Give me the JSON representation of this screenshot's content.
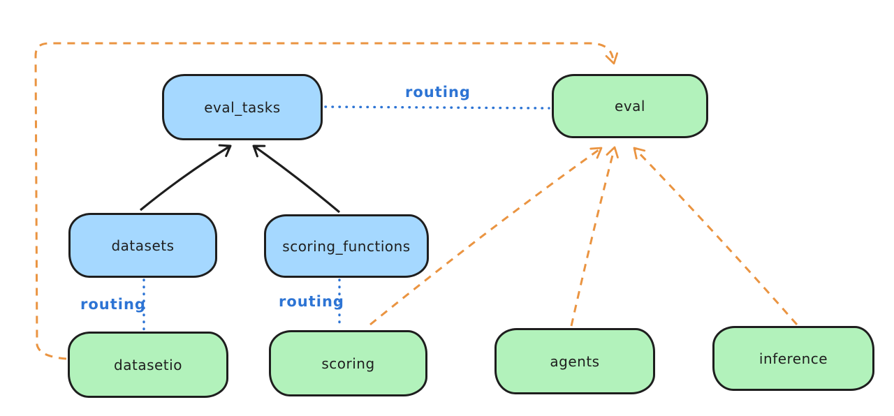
{
  "nodes": [
    {
      "id": "eval_tasks",
      "label": "eval_tasks",
      "color": "blue"
    },
    {
      "id": "eval",
      "label": "eval",
      "color": "green"
    },
    {
      "id": "datasets",
      "label": "datasets",
      "color": "blue"
    },
    {
      "id": "scoring_functions",
      "label": "scoring_functions",
      "color": "blue"
    },
    {
      "id": "datasetio",
      "label": "datasetio",
      "color": "green"
    },
    {
      "id": "scoring",
      "label": "scoring",
      "color": "green"
    },
    {
      "id": "agents",
      "label": "agents",
      "color": "green"
    },
    {
      "id": "inference",
      "label": "inference",
      "color": "green"
    }
  ],
  "labels": {
    "routing_eval_tasks_eval": "routing",
    "routing_datasets_datasetio": "routing",
    "routing_scoring_functions_scoring": "routing"
  },
  "edges": [
    {
      "from": "datasets",
      "to": "eval_tasks",
      "style": "solid",
      "arrow": true,
      "color": "#1e1e1e"
    },
    {
      "from": "scoring_functions",
      "to": "eval_tasks",
      "style": "solid",
      "arrow": true,
      "color": "#1e1e1e"
    },
    {
      "from": "eval_tasks",
      "to": "eval",
      "style": "dotted",
      "arrow": false,
      "color": "#2d74d4",
      "label": "routing"
    },
    {
      "from": "datasets",
      "to": "datasetio",
      "style": "dotted",
      "arrow": false,
      "color": "#2d74d4",
      "label": "routing"
    },
    {
      "from": "scoring_functions",
      "to": "scoring",
      "style": "dotted",
      "arrow": false,
      "color": "#2d74d4",
      "label": "routing"
    },
    {
      "from": "datasetio",
      "to": "eval",
      "style": "dashed",
      "arrow": true,
      "color": "#ea9441"
    },
    {
      "from": "scoring",
      "to": "eval",
      "style": "dashed",
      "arrow": true,
      "color": "#ea9441"
    },
    {
      "from": "agents",
      "to": "eval",
      "style": "dashed",
      "arrow": true,
      "color": "#ea9441"
    },
    {
      "from": "inference",
      "to": "eval",
      "style": "dashed",
      "arrow": true,
      "color": "#ea9441"
    }
  ],
  "colors": {
    "blue_fill": "#a5d8ff",
    "green_fill": "#b2f2bb",
    "stroke": "#1e1e1e",
    "routing_blue": "#2d74d4",
    "dashed_orange": "#ea9441",
    "background": "#ffffff"
  }
}
